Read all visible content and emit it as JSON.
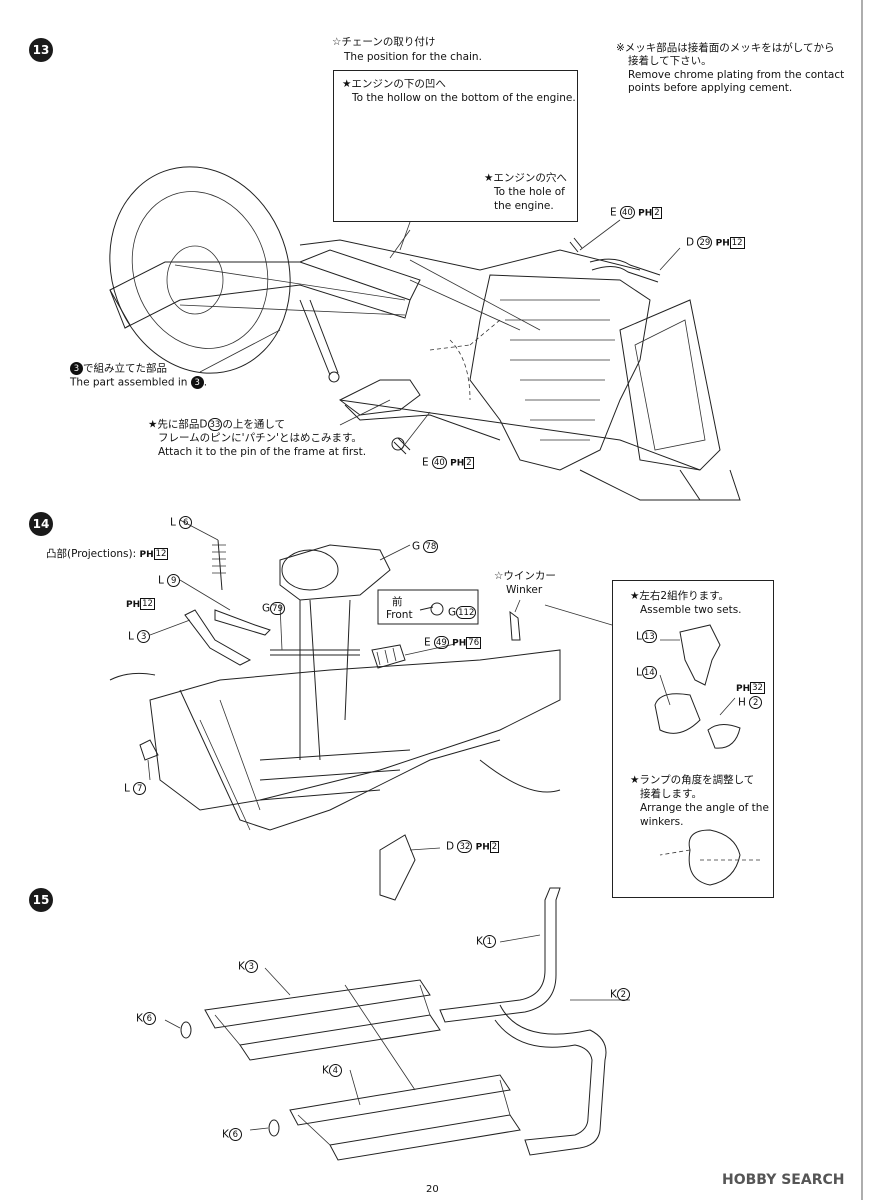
{
  "page_number": "20",
  "watermark": "HOBBY SEARCH",
  "steps": {
    "s13": {
      "number": "13"
    },
    "s14": {
      "number": "14"
    },
    "s15": {
      "number": "15"
    }
  },
  "step13": {
    "chain_jp": "☆チェーンの取り付け",
    "chain_en": "The position for the chain.",
    "hollow_jp": "★エンジンの下の凹へ",
    "hollow_en": "To the hollow on the bottom of the engine.",
    "hole_jp": "★エンジンの穴へ",
    "hole_en1": "To the hole of",
    "hole_en2": "the engine.",
    "chrome_jp1": "※メッキ部品は接着面のメッキをはがしてから",
    "chrome_jp2": "接着して下さい。",
    "chrome_en1": "Remove chrome plating from the contact",
    "chrome_en2": "points before applying cement.",
    "part_e40_top": "E",
    "num_40": "40",
    "ph": "PH",
    "ph_2": "2",
    "part_d29": "D",
    "num_29": "29",
    "ph_12": "12",
    "assembled_jp": "で組み立てた部品",
    "assembled_en": "The part assembled in",
    "ref3": "3",
    "pin_jp1": "★先に部品D",
    "num_33": "33",
    "pin_jp1b": "の上を通して",
    "pin_jp2": "フレームのピンに'パチン'とはめこみます。",
    "pin_en": "Attach it to the pin of the frame at first.",
    "part_e40_bottom": "E"
  },
  "step14": {
    "projections": "凸部(Projections):",
    "ph12": "12",
    "l6": "L",
    "n6": "6",
    "l9": "L",
    "n9": "9",
    "l3": "L",
    "n3": "3",
    "l7": "L",
    "n7": "7",
    "g79": "G",
    "n79": "79",
    "g78": "G",
    "n78": "78",
    "front_jp": "前",
    "front_en": "Front",
    "g112": "G",
    "n112": "112",
    "e49": "E",
    "n49": "49",
    "ph76": "76",
    "winker_jp": "☆ウインカー",
    "winker_en": "Winker",
    "d32": "D",
    "n32": "32",
    "ph2": "2",
    "assemble_jp": "★左右2組作ります。",
    "assemble_en": "Assemble two sets.",
    "l13": "L",
    "n13": "13",
    "l14": "L",
    "n14": "14",
    "ph32": "32",
    "h2": "H",
    "nh2": "2",
    "angle_jp1": "★ランプの角度を調整して",
    "angle_jp2": "接着します。",
    "angle_en1": "Arrange the angle of the",
    "angle_en2": "winkers."
  },
  "step15": {
    "k1": "K",
    "n1": "1",
    "k2": "K",
    "n2": "2",
    "k3": "K",
    "n3": "3",
    "k4": "K",
    "n4": "4",
    "k6a": "K",
    "n6a": "6",
    "k6b": "K",
    "n6b": "6"
  }
}
